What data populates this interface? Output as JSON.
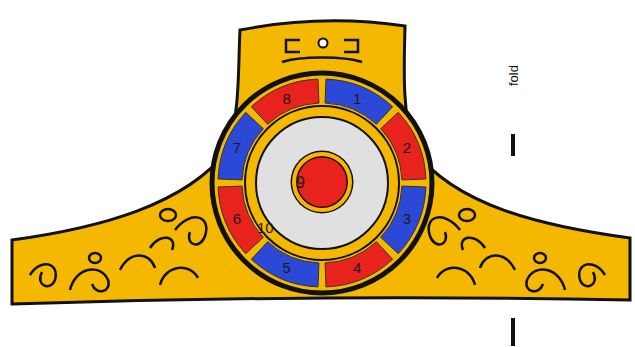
{
  "diagram": {
    "nodes": [
      {
        "text": [
          "1"
        ]
      },
      {
        "text": [
          "2"
        ]
      },
      {
        "text": [
          "3"
        ]
      },
      {
        "text": [
          "4"
        ]
      },
      {
        "text": [
          "5"
        ]
      },
      {
        "text": [
          "6"
        ]
      },
      {
        "text": [
          "7"
        ]
      },
      {
        "text": [
          "8"
        ]
      },
      {
        "text": [
          "10"
        ]
      },
      {
        "text": [
          "9"
        ],
        "in": 8
      }
    ],
    "labels": [
      "fold"
    ]
  }
}
